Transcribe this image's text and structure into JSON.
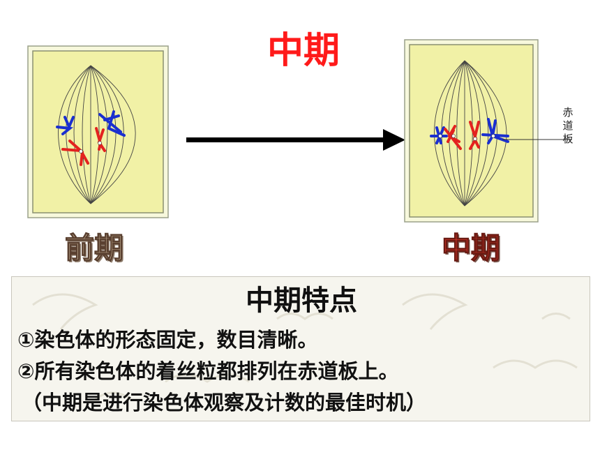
{
  "title": {
    "text": "中期",
    "color": "#ff1a1a"
  },
  "cells": {
    "prophase": {
      "label": "前期"
    },
    "metaphase": {
      "label": "中期",
      "equator_label": "赤道板"
    }
  },
  "panel": {
    "title": "中期特点",
    "lines": [
      "①染色体的形态固定，数目清晰。",
      "②所有染色体的着丝粒都排列在赤道板上。",
      "（中期是进行染色体观察及计数的最佳时机）"
    ]
  },
  "colors": {
    "cell_wall": "#f4f6d0",
    "cytoplasm": "#f0f0a8",
    "chromosome_red": "#e3221f",
    "chromosome_blue": "#1a2fd0",
    "arrow": "#000000"
  }
}
